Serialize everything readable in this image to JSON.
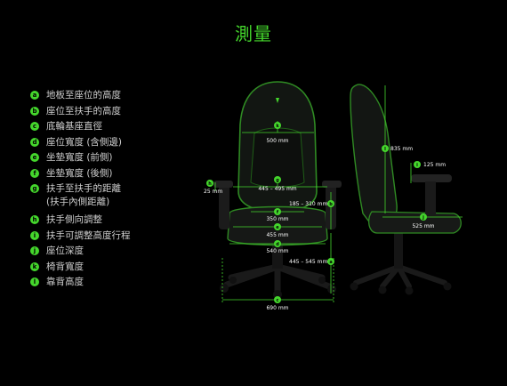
{
  "title": "測量",
  "legend": [
    {
      "key": "a",
      "label": "地板至座位的高度"
    },
    {
      "key": "b",
      "label": "座位至扶手的高度"
    },
    {
      "key": "c",
      "label": "底輪基座直徑"
    },
    {
      "key": "d",
      "label": "座位寬度 (含側邊)"
    },
    {
      "key": "e",
      "label": "坐墊寬度 (前側)"
    },
    {
      "key": "f",
      "label": "坐墊寬度 (後側)"
    },
    {
      "key": "g",
      "label": "扶手至扶手的距離",
      "label2": "(扶手內側距離)"
    },
    {
      "key": "h",
      "label": "扶手側向調整"
    },
    {
      "key": "i",
      "label": "扶手可調整高度行程"
    },
    {
      "key": "j",
      "label": "座位深度"
    },
    {
      "key": "k",
      "label": "椅背寬度"
    },
    {
      "key": "l",
      "label": "靠背高度"
    }
  ],
  "dimensions": {
    "backrest_width": "500 mm",
    "armrest_lateral": "25 mm",
    "arm_to_arm": "445 – 495 mm",
    "armrest_height": "185 – 310 mm",
    "seat_rear": "350 mm",
    "seat_front": "455 mm",
    "seat_width": "540 mm",
    "floor_to_seat": "445 – 545 mm",
    "base_diameter": "690 mm",
    "backrest_height": "835 mm",
    "armrest_travel": "125 mm",
    "seat_depth": "525 mm"
  },
  "colors": {
    "accent": "#44d62c",
    "background": "#000000"
  }
}
